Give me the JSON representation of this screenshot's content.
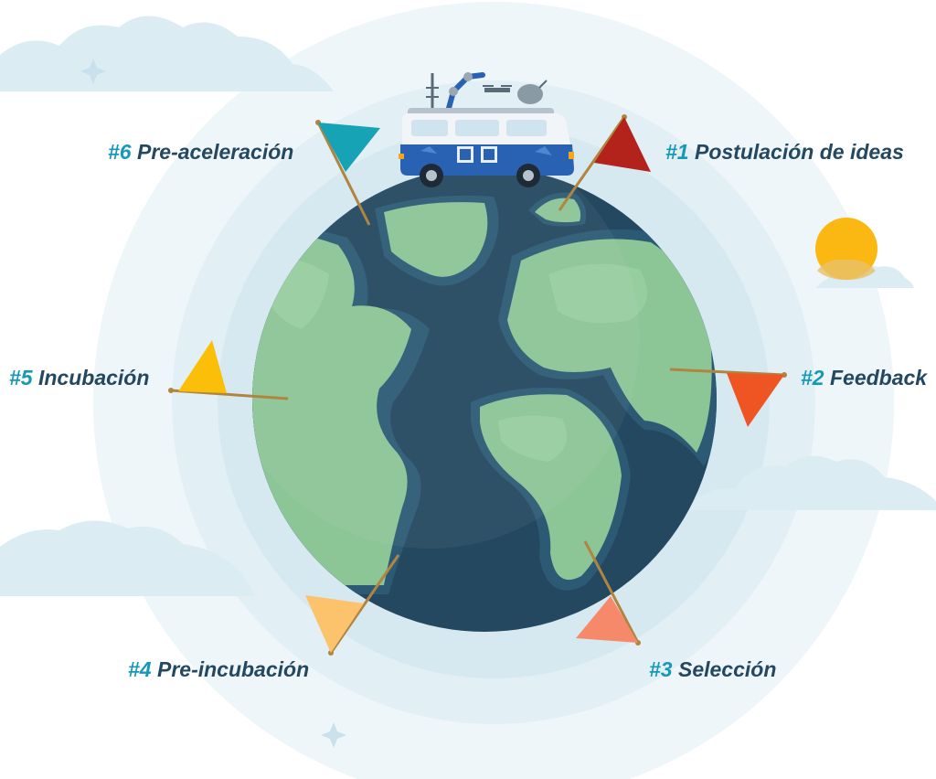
{
  "stages": [
    {
      "id": "s1",
      "number": "#1",
      "name": "Postulación de ideas",
      "flag_color": "#b3231b"
    },
    {
      "id": "s2",
      "number": "#2",
      "name": "Feedback",
      "flag_color": "#ee5522"
    },
    {
      "id": "s3",
      "number": "#3",
      "name": "Selección",
      "flag_color": "#f7896b"
    },
    {
      "id": "s4",
      "number": "#4",
      "name": "Pre-incubación",
      "flag_color": "#fcc26c"
    },
    {
      "id": "s5",
      "number": "#5",
      "name": "Incubación",
      "flag_color": "#fbbf09"
    },
    {
      "id": "s6",
      "number": "#6",
      "name": "Pre-aceleración",
      "flag_color": "#16a3b6"
    }
  ],
  "colors": {
    "ocean": "#234860",
    "ocean_shadow": "#2c5a74",
    "land": "#8cc596",
    "land_light": "#9fd3a6",
    "halo": "#dcecf3",
    "cloud": "#dbecf3",
    "sun": "#fbb712",
    "label_number": "#1699b8",
    "label_text": "#234860",
    "pole": "#b0853f",
    "van_body": "#2961b3"
  },
  "icons": {
    "van": "camper-van-icon",
    "sun": "sun-icon",
    "star": "sparkle-icon"
  }
}
